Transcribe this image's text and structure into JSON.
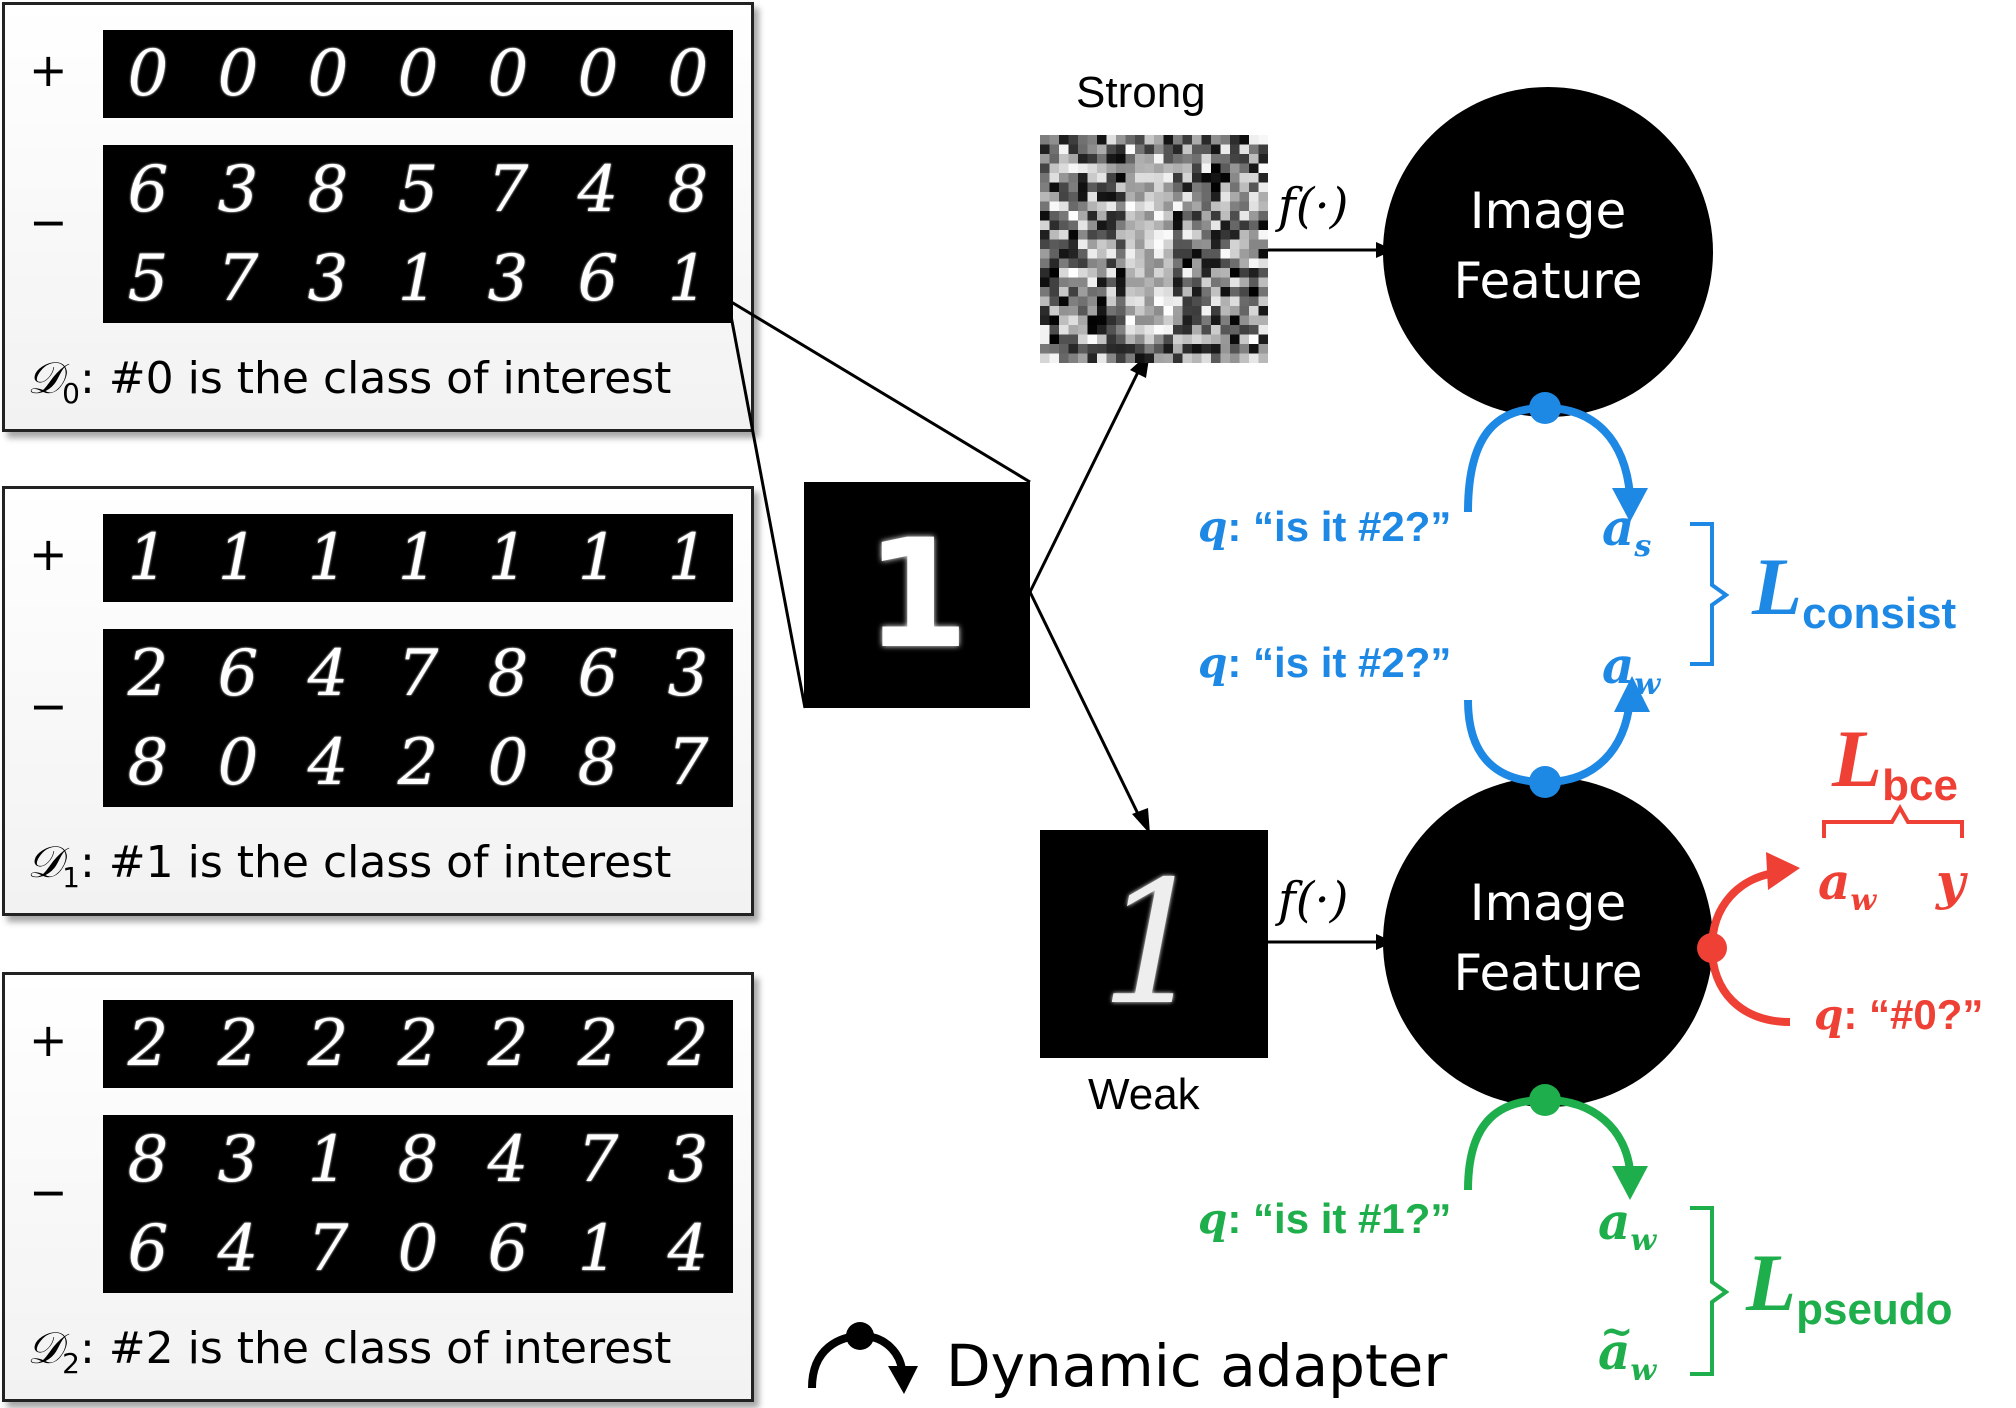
{
  "panels": [
    {
      "plus_sign": "+",
      "minus_sign": "−",
      "positives": [
        "0",
        "0",
        "0",
        "0",
        "0",
        "0",
        "0"
      ],
      "negatives_row1": [
        "6",
        "3",
        "8",
        "5",
        "7",
        "4",
        "8"
      ],
      "negatives_row2": [
        "5",
        "7",
        "3",
        "1",
        "3",
        "6",
        "1"
      ],
      "caption_symbol": "𝒟",
      "caption_sub": "0",
      "caption_text": ": #0 is the class of interest"
    },
    {
      "plus_sign": "+",
      "minus_sign": "−",
      "positives": [
        "1",
        "1",
        "1",
        "1",
        "1",
        "1",
        "1"
      ],
      "negatives_row1": [
        "2",
        "6",
        "4",
        "7",
        "8",
        "6",
        "3"
      ],
      "negatives_row2": [
        "8",
        "0",
        "4",
        "2",
        "0",
        "8",
        "7"
      ],
      "caption_symbol": "𝒟",
      "caption_sub": "1",
      "caption_text": ": #1 is the class of interest"
    },
    {
      "plus_sign": "+",
      "minus_sign": "−",
      "positives": [
        "2",
        "2",
        "2",
        "2",
        "2",
        "2",
        "2"
      ],
      "negatives_row1": [
        "8",
        "3",
        "1",
        "8",
        "4",
        "7",
        "3"
      ],
      "negatives_row2": [
        "6",
        "4",
        "7",
        "0",
        "6",
        "1",
        "4"
      ],
      "caption_symbol": "𝒟",
      "caption_sub": "2",
      "caption_text": ": #2 is the class of interest"
    }
  ],
  "input_image": {
    "digit": "1"
  },
  "strong_label": "Strong",
  "weak_label": "Weak",
  "f_label": "f(·)",
  "feature_top": {
    "line1": "Image",
    "line2": "Feature"
  },
  "feature_bottom": {
    "line1": "Image",
    "line2": "Feature"
  },
  "blue_branch": {
    "q1": "“is it #2?”",
    "q2": "“is it #2?”",
    "q_prefix": "q",
    "a_top": "a",
    "a_top_sub": "s",
    "a_bottom": "a",
    "a_bottom_sub": "w",
    "loss": "L",
    "loss_sub": "consist",
    "color": "#1e88e5"
  },
  "red_branch": {
    "q": "“#0?”",
    "q_prefix": "q",
    "a": "a",
    "a_sub": "w",
    "y": "y",
    "loss": "L",
    "loss_sub": "bce",
    "color": "#ef4035"
  },
  "green_branch": {
    "q": "“is it #1?”",
    "q_prefix": "q",
    "a_top": "a",
    "a_top_sub": "w",
    "a_bottom": "a",
    "a_bottom_sub": "w",
    "loss": "L",
    "loss_sub": "pseudo",
    "color": "#1eae4b"
  },
  "legend": {
    "label": "Dynamic adapter",
    "icon": "dynamic-adapter-icon"
  }
}
